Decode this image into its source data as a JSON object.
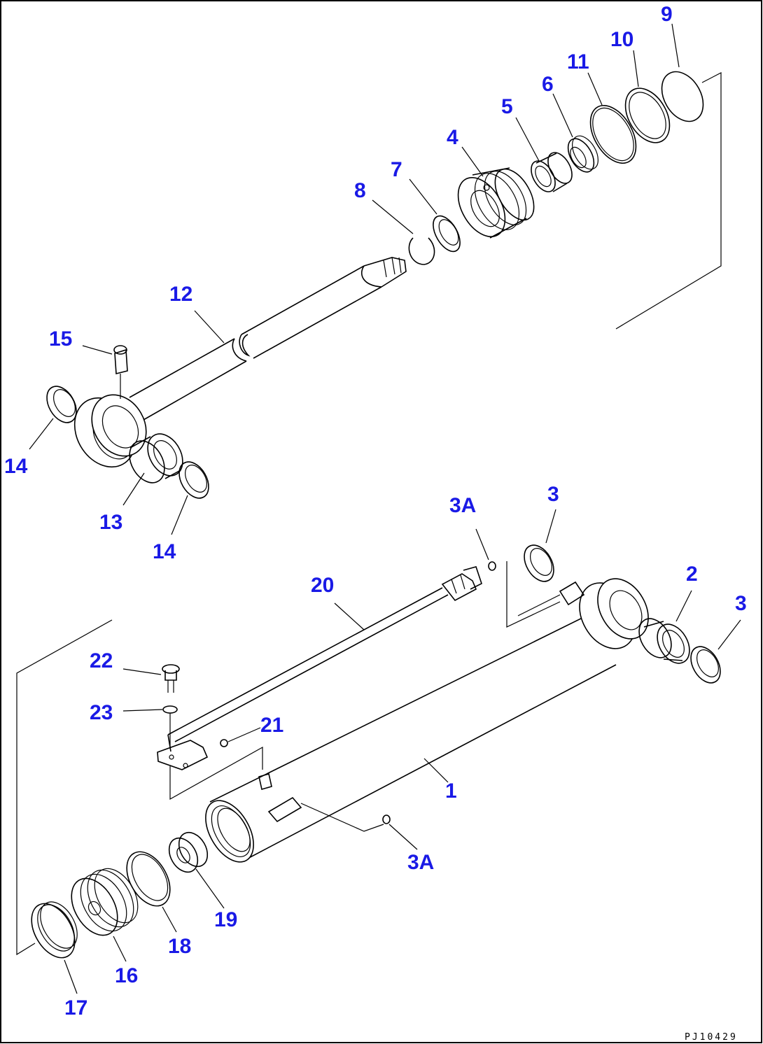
{
  "labels": [
    {
      "id": "9",
      "text": "9"
    },
    {
      "id": "10",
      "text": "10"
    },
    {
      "id": "11",
      "text": "11"
    },
    {
      "id": "6",
      "text": "6"
    },
    {
      "id": "5",
      "text": "5"
    },
    {
      "id": "4",
      "text": "4"
    },
    {
      "id": "7",
      "text": "7"
    },
    {
      "id": "8",
      "text": "8"
    },
    {
      "id": "12",
      "text": "12"
    },
    {
      "id": "15",
      "text": "15"
    },
    {
      "id": "14a",
      "text": "14"
    },
    {
      "id": "13",
      "text": "13"
    },
    {
      "id": "14b",
      "text": "14"
    },
    {
      "id": "3A-top",
      "text": "3A"
    },
    {
      "id": "3-top",
      "text": "3"
    },
    {
      "id": "20",
      "text": "20"
    },
    {
      "id": "2",
      "text": "2"
    },
    {
      "id": "3-right",
      "text": "3"
    },
    {
      "id": "22",
      "text": "22"
    },
    {
      "id": "23",
      "text": "23"
    },
    {
      "id": "21",
      "text": "21"
    },
    {
      "id": "1",
      "text": "1"
    },
    {
      "id": "3A-bottom",
      "text": "3A"
    },
    {
      "id": "19",
      "text": "19"
    },
    {
      "id": "18",
      "text": "18"
    },
    {
      "id": "16",
      "text": "16"
    },
    {
      "id": "17",
      "text": "17"
    }
  ],
  "drawing_code": "PJ10429",
  "colors": {
    "callout": "#1a1ae6",
    "line": "#000000",
    "background": "#ffffff"
  }
}
